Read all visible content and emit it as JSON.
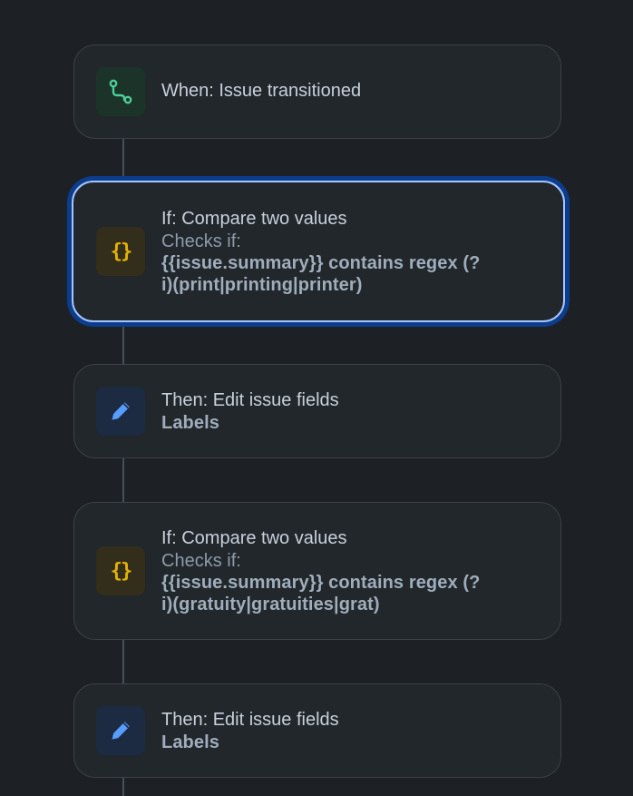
{
  "flow": {
    "trigger": {
      "title": "When: Issue transitioned",
      "icon": "branch-icon",
      "accent": "#4bce97"
    },
    "condition_1": {
      "title": "If: Compare two values",
      "checks_label": "Checks if:",
      "detail_line_1": "{{issue.summary}} contains regex (?",
      "detail_line_2": "i)(print|printing|printer)",
      "icon": "curly-braces-icon",
      "accent": "#e2b203",
      "selected": true
    },
    "action_1": {
      "title": "Then: Edit issue fields",
      "detail": "Labels",
      "icon": "pencil-icon",
      "accent": "#579dff"
    },
    "condition_2": {
      "title": "If: Compare two values",
      "checks_label": "Checks if:",
      "detail_line_1": "{{issue.summary}} contains regex (?",
      "detail_line_2": "i)(gratuity|gratuities|grat)",
      "icon": "curly-braces-icon",
      "accent": "#e2b203"
    },
    "action_2": {
      "title": "Then: Edit issue fields",
      "detail": "Labels",
      "icon": "pencil-icon",
      "accent": "#579dff"
    }
  },
  "icons": {
    "braces_glyph": "{}"
  }
}
